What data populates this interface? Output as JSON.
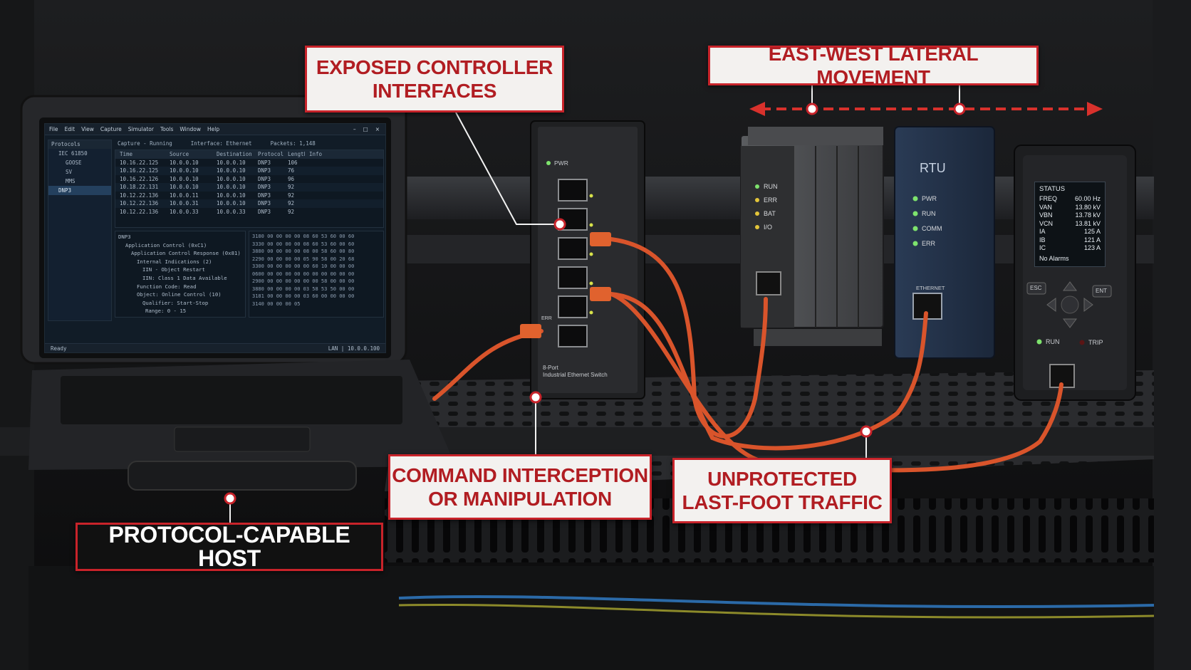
{
  "callouts": {
    "exposed": "EXPOSED CONTROLLER\nINTERFACES",
    "eastwest": "EAST-WEST LATERAL MOVEMENT",
    "command": "COMMAND INTERCEPTION\nOR MANIPULATION",
    "unprotected": "UNPROTECTED\nLAST-FOOT TRAFFIC",
    "host": "PROTOCOL-CAPABLE HOST"
  },
  "colors": {
    "accent_red": "#c8232a",
    "cable_orange": "#d9542b",
    "led_green": "#7ee36d"
  },
  "laptop": {
    "menu": [
      "File",
      "Edit",
      "View",
      "Capture",
      "Simulator",
      "Tools",
      "Window",
      "Help"
    ],
    "tree_title": "Protocols",
    "tree": [
      "IEC 61850",
      "GOOSE",
      "SV",
      "MMS",
      "DNP3"
    ],
    "capture_status": "Capture - Running",
    "interface": "Interface: Ethernet",
    "packets_count": "Packets: 1,148",
    "columns": [
      "Time",
      "Source",
      "Destination",
      "Protocol",
      "Length",
      "Info"
    ],
    "rows": [
      [
        "10.16.22.125",
        "10.0.0.10",
        "10.0.0.10",
        "DNP3",
        "106"
      ],
      [
        "10.16.22.125",
        "10.0.0.10",
        "10.0.0.10",
        "DNP3",
        "76"
      ],
      [
        "10.16.22.126",
        "10.0.0.10",
        "10.0.0.10",
        "DNP3",
        "96"
      ],
      [
        "10.18.22.131",
        "10.0.0.10",
        "10.0.0.10",
        "DNP3",
        "92"
      ],
      [
        "10.12.22.136",
        "10.0.0.11",
        "10.0.0.10",
        "DNP3",
        "92"
      ],
      [
        "10.12.22.136",
        "10.0.0.31",
        "10.0.0.10",
        "DNP3",
        "92"
      ],
      [
        "10.12.22.136",
        "10.0.0.33",
        "10.0.0.33",
        "DNP3",
        "92"
      ]
    ],
    "detail": [
      "DNP3",
      "Application Control (0xC1)",
      "Application Control Response (0x81)",
      "Internal Indications (2)",
      "IIN - Object Restart",
      "IIN: Class 1 Data Available",
      "Function Code: Read",
      "Object: Online Control (10)",
      "Qualifier: Start-Stop",
      "Range: 0 - 15"
    ],
    "hex": [
      "3180  00 00 00 00 08 60 53 60 00 60",
      "3330  00 00 00 00 08 60 53 60 00 60",
      "3880  00 00 00 00 08 00 58 60 00 80",
      "2290  00 00 00 00 05 90 58 00 20 68",
      "3300  00 00 00 00 00 60 10 00 00 00",
      "0600  00 00 00 00 00 00 00 00 00 00",
      "2900  00 00 00 00 00 00 58 00 00 00",
      "3880  00 00 00 00 03 58 53 50 00 00",
      "3181  00 00 00 00 03 60 00 00 00 00",
      "3140  00 00 00 05"
    ],
    "status_left": "Ready",
    "status_right": "LAN | 10.0.0.100"
  },
  "switch": {
    "pwr": "PWR",
    "err": "ERR",
    "name": "8-Port\nIndustrial Ethernet Switch"
  },
  "plc": {
    "leds": [
      "RUN",
      "ERR",
      "BAT",
      "I/O"
    ]
  },
  "rtu": {
    "title": "RTU",
    "leds": [
      "PWR",
      "RUN",
      "COMM",
      "ERR"
    ],
    "port": "ETHERNET"
  },
  "meter": {
    "title": "STATUS",
    "rows": [
      [
        "FREQ",
        "60.00 Hz"
      ],
      [
        "VAN",
        "13.80 kV"
      ],
      [
        "VBN",
        "13.78 kV"
      ],
      [
        "VCN",
        "13.81 kV"
      ],
      [
        "IA",
        "125 A"
      ],
      [
        "IB",
        "121 A"
      ],
      [
        "IC",
        "123 A"
      ]
    ],
    "alarm": "No Alarms",
    "esc": "ESC",
    "ent": "ENT",
    "run": "RUN",
    "trip": "TRIP"
  }
}
